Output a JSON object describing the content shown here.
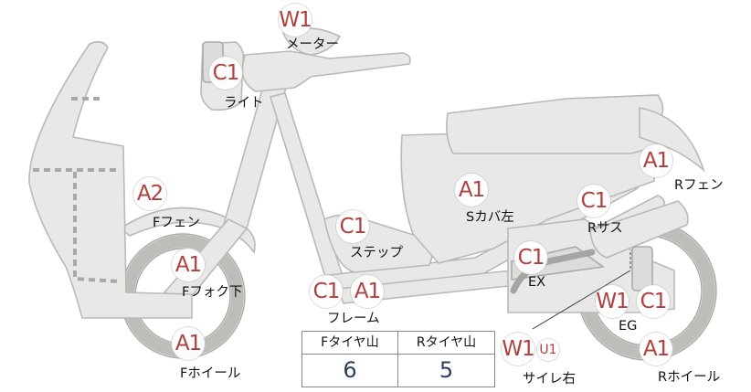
{
  "parts": [
    {
      "id": "meter",
      "label": "メーター",
      "codes": [
        "W1"
      ]
    },
    {
      "id": "light",
      "label": "ライト",
      "codes": [
        "C1"
      ]
    },
    {
      "id": "f-fender",
      "label": "Fフェン",
      "codes": [
        "A2"
      ]
    },
    {
      "id": "f-fork",
      "label": "Fフォク下",
      "codes": [
        "A1"
      ]
    },
    {
      "id": "f-wheel",
      "label": "Fホイール",
      "codes": [
        "A1"
      ]
    },
    {
      "id": "step",
      "label": "ステップ",
      "codes": [
        "C1"
      ]
    },
    {
      "id": "frame",
      "label": "フレーム",
      "codes": [
        "C1",
        "A1"
      ]
    },
    {
      "id": "s-cover-left",
      "label": "Sカバ左",
      "codes": [
        "A1"
      ]
    },
    {
      "id": "r-fender",
      "label": "Rフェン",
      "codes": [
        "A1"
      ]
    },
    {
      "id": "r-sus",
      "label": "Rサス",
      "codes": [
        "C1"
      ]
    },
    {
      "id": "ex",
      "label": "EX",
      "codes": [
        "C1"
      ]
    },
    {
      "id": "eg",
      "label": "EG",
      "codes": [
        "W1",
        "C1"
      ]
    },
    {
      "id": "r-wheel",
      "label": "Rホイール",
      "codes": [
        "A1"
      ]
    },
    {
      "id": "muffler-right",
      "label": "サイレ右",
      "codes": [
        "W1",
        "U1"
      ]
    }
  ],
  "tread": {
    "front_header": "Fタイヤ山",
    "rear_header": "Rタイヤ山",
    "front_value": "6",
    "rear_value": "5"
  },
  "colors": {
    "code_text": "#b0403d",
    "part_fill": "#e8e8e6",
    "part_stroke": "#b9b9b6",
    "tread_value": "#2f3f63"
  }
}
